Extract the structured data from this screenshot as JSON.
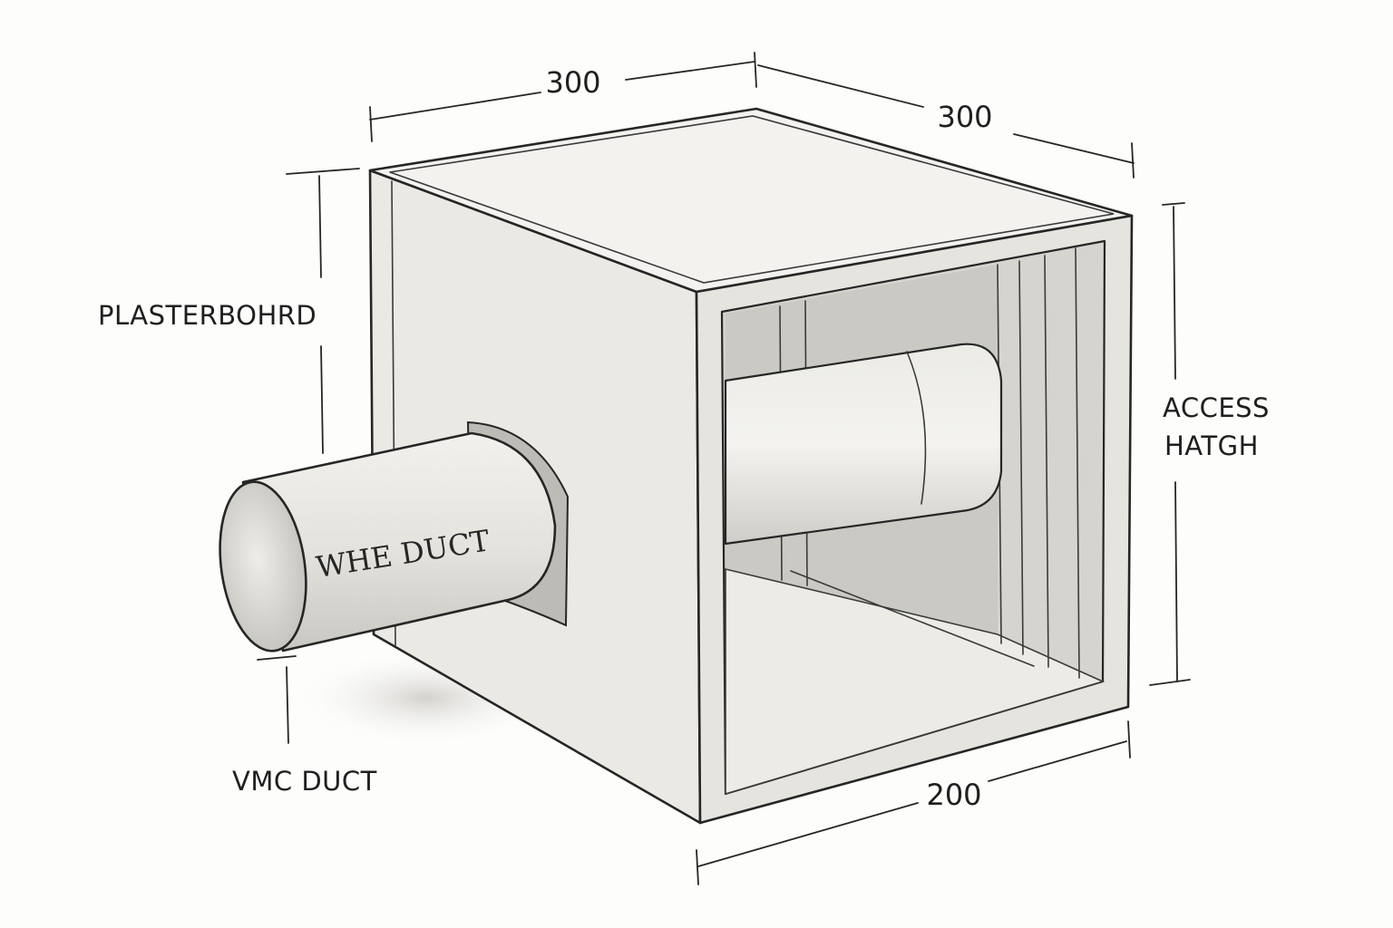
{
  "dimensions": {
    "width_top": "300",
    "depth_top": "300",
    "width_bottom": "200"
  },
  "labels": {
    "plasterboard": "PLASTERBOHRD",
    "access_hatch_line1": "ACCESS",
    "access_hatch_line2": "HATGH",
    "vmc_duct": "VMC DUCT",
    "duct_text": "WHE DUCT"
  },
  "colors": {
    "ink": "#262626",
    "paper": "#fdfdfb",
    "face_light": "#f0efeb",
    "face_mid": "#e2e0db",
    "face_dark": "#cfcdc8"
  }
}
